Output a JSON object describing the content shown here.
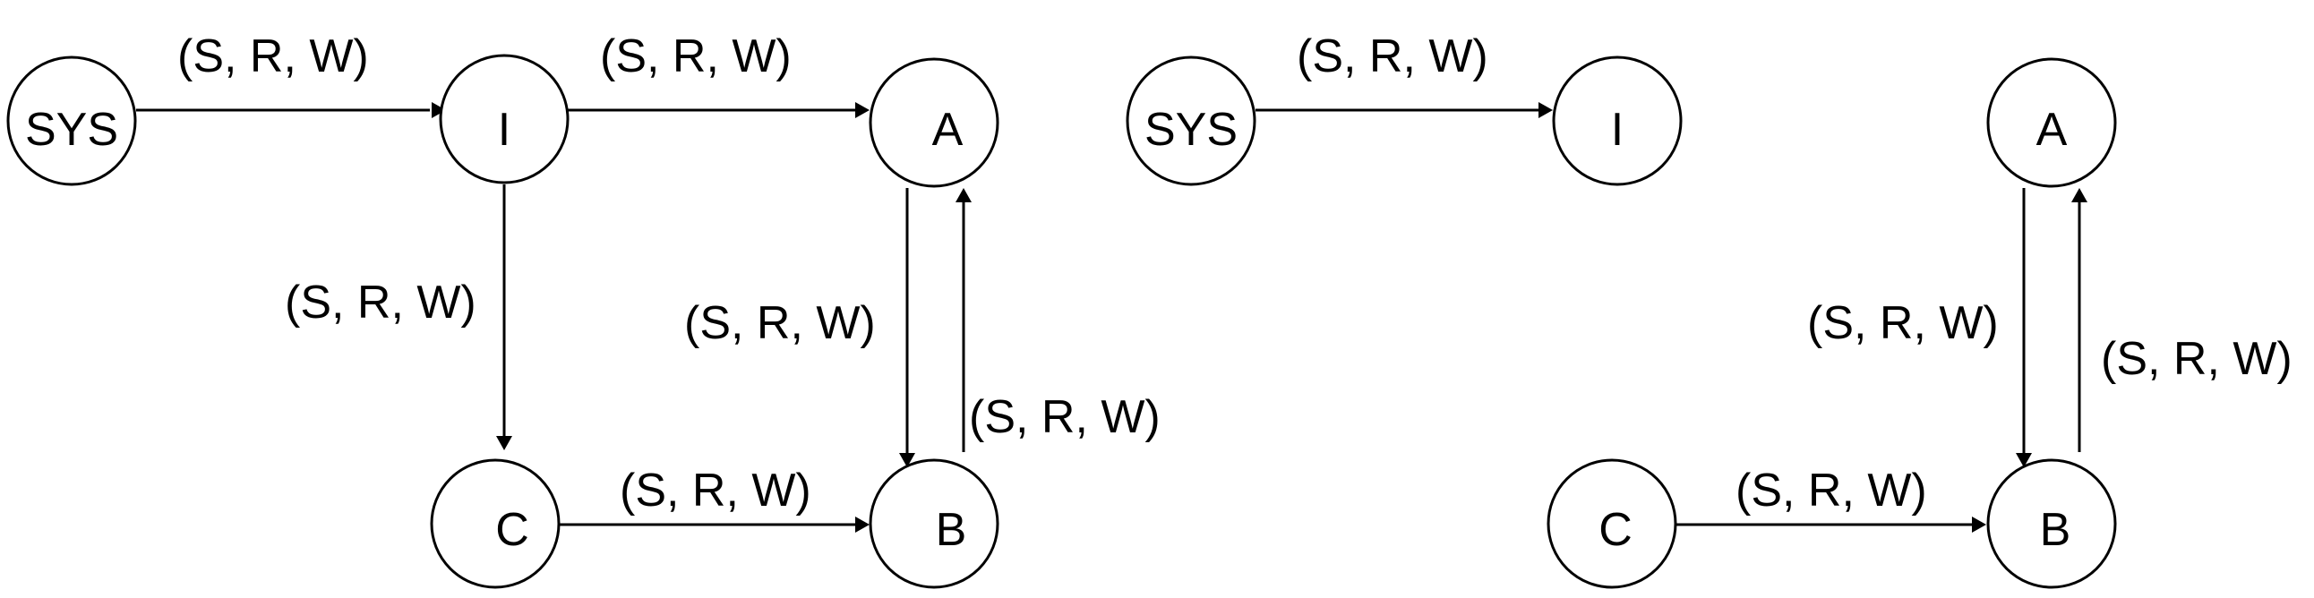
{
  "colors": {
    "stroke": "#000000",
    "background": "#ffffff"
  },
  "left_graph": {
    "nodes": {
      "sys": "SYS",
      "i": "I",
      "a": "A",
      "c": "C",
      "b": "B"
    },
    "edge_labels": {
      "sys_i": "(S, R, W)",
      "i_a": "(S, R, W)",
      "i_c": "(S, R, W)",
      "a_b": "(S, R, W)",
      "b_a": "(S, R, W)",
      "c_b": "(S, R, W)"
    }
  },
  "right_graph": {
    "nodes": {
      "sys": "SYS",
      "i": "I",
      "a": "A",
      "c": "C",
      "b": "B"
    },
    "edge_labels": {
      "sys_i": "(S, R, W)",
      "a_b": "(S, R, W)",
      "b_a": "(S, R, W)",
      "c_b": "(S, R, W)"
    }
  }
}
